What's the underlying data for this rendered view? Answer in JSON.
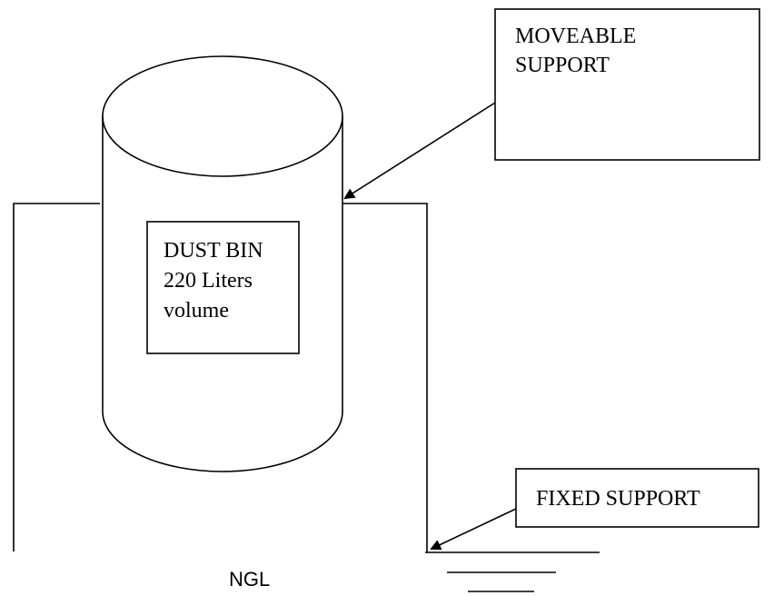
{
  "labels": {
    "moveable_support": [
      "MOVEABLE",
      "SUPPORT"
    ],
    "dust_bin": [
      "DUST BIN",
      "220 Liters",
      "volume"
    ],
    "fixed_support": "FIXED SUPPORT",
    "ngl": "NGL"
  }
}
